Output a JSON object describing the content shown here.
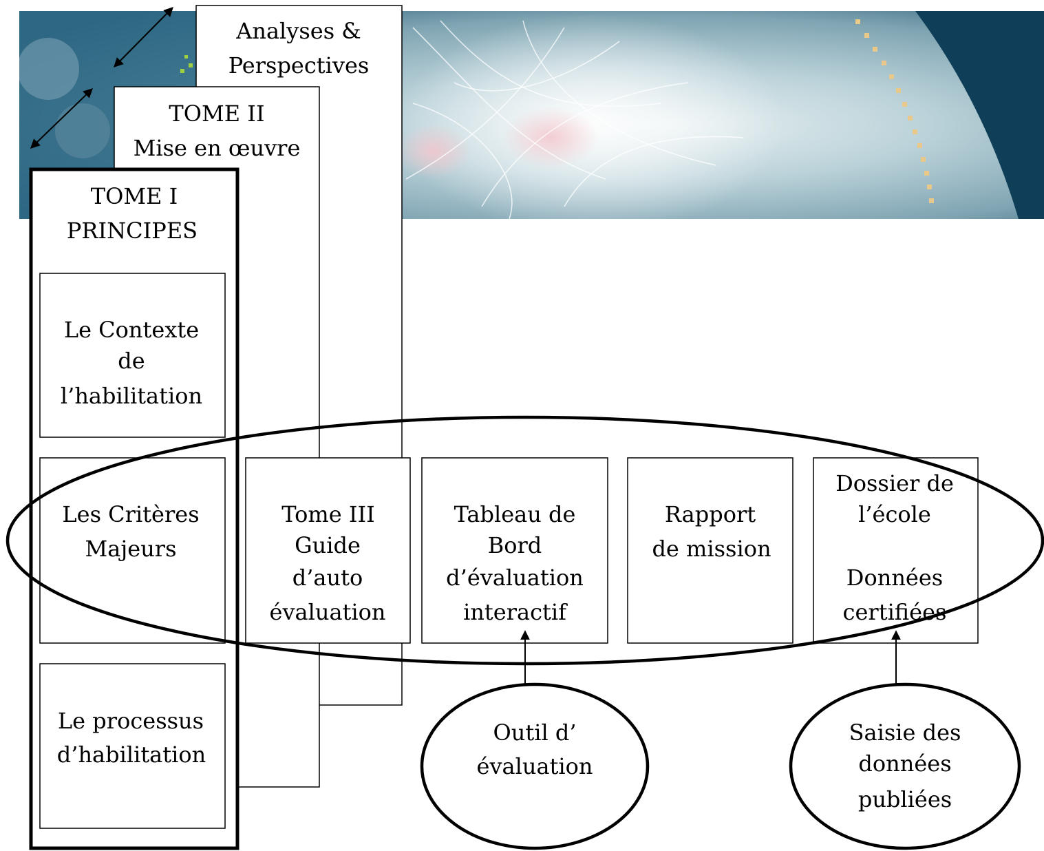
{
  "banner": {
    "dot_color": "#e8c98a",
    "dark_color": "#0d3a52",
    "light_color": "#cfe0e6"
  },
  "analyses": {
    "line1": "Analyses &",
    "line2": "Perspectives"
  },
  "tome2": {
    "line1": "TOME II",
    "line2": "Mise en œuvre"
  },
  "tome1": {
    "line1": "TOME I",
    "line2": "PRINCIPES",
    "contexte": {
      "line1": "Le Contexte",
      "line2": "de",
      "line3": "l’habilitation"
    },
    "criteres": {
      "line1": "Les Critères",
      "line2": "Majeurs"
    },
    "processus": {
      "line1": "Le processus",
      "line2": "d’habilitation"
    }
  },
  "tome3": {
    "line1": "Tome III",
    "line2": "Guide",
    "line3": "d’auto",
    "line4": "évaluation"
  },
  "tableau": {
    "line1": "Tableau de",
    "line2": "Bord",
    "line3": "d’évaluation",
    "line4": "interactif"
  },
  "rapport": {
    "line1": "Rapport",
    "line2": "de mission"
  },
  "dossier": {
    "line1": "Dossier de",
    "line2": "l’école",
    "line3": "Données",
    "line4": "certifiées"
  },
  "outil": {
    "line1": "Outil d’",
    "line2": "évaluation"
  },
  "saisie": {
    "line1": "Saisie des",
    "line2": "données",
    "line3": "publiées"
  }
}
